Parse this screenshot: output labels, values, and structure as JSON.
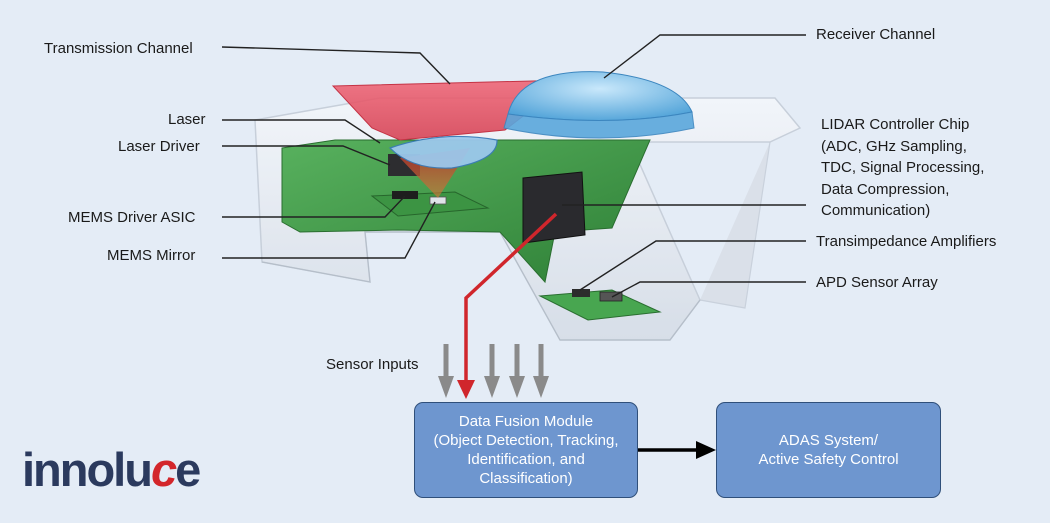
{
  "labels": {
    "transmission_channel": "Transmission Channel",
    "receiver_channel": "Receiver Channel",
    "laser": "Laser",
    "laser_driver": "Laser Driver",
    "mems_driver_asic": "MEMS Driver ASIC",
    "mems_mirror": "MEMS Mirror",
    "lidar_controller_lines": [
      "LIDAR Controller Chip",
      "(ADC, GHz Sampling,",
      "TDC, Signal Processing,",
      "Data Compression,",
      "Communication)"
    ],
    "transimpedance_amplifiers": "Transimpedance Amplifiers",
    "apd_sensor_array": "APD Sensor Array",
    "sensor_inputs": "Sensor Inputs"
  },
  "data_fusion_box": {
    "lines": [
      "Data Fusion Module",
      "(Object Detection, Tracking,",
      "Identification, and",
      "Classification)"
    ]
  },
  "adas_box": {
    "lines": [
      "ADAS System/",
      "Active Safety Control"
    ]
  },
  "logo": {
    "text_main": "innolu",
    "text_accent": "c",
    "text_end": "e"
  },
  "colors": {
    "background": "#e4ecf6",
    "box_fill": "#6e96cf",
    "red_arrow": "#d0262c",
    "gray_arrow": "#8a8a8a",
    "pcb_green": "#3e9a45",
    "transmission_red": "#e85a6a",
    "receiver_blue": "#6fb8e6"
  }
}
